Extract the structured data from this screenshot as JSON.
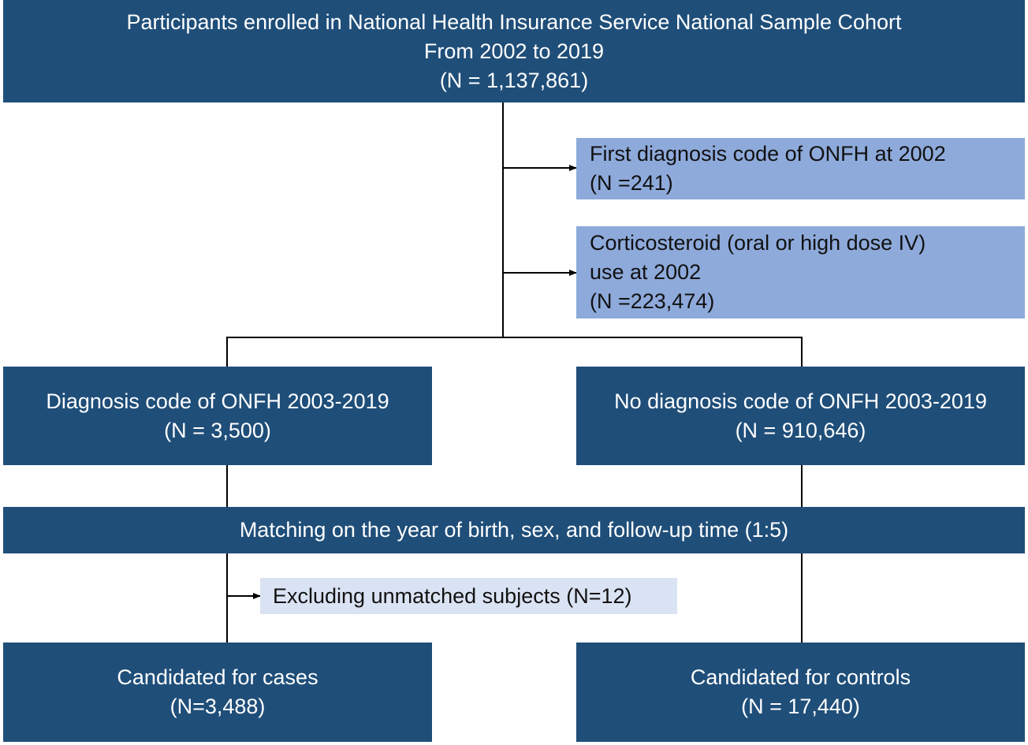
{
  "boxes": {
    "cohort": {
      "line1": "Participants enrolled in National Health Insurance Service National Sample Cohort",
      "line2": "From 2002 to 2019",
      "line3": "(N = 1,137,861)"
    },
    "exclusion_onfh_2002": {
      "line1": "First diagnosis code of ONFH at 2002",
      "line2": "(N =241)"
    },
    "exclusion_corticosteroid": {
      "line1": "Corticosteroid (oral or high dose IV)",
      "line2": "use at 2002",
      "line3": "(N =223,474)"
    },
    "diagnosis_onfh": {
      "line1": "Diagnosis code of ONFH 2003-2019",
      "line2": "(N = 3,500)"
    },
    "no_diagnosis_onfh": {
      "line1": "No diagnosis code of ONFH 2003-2019",
      "line2": "(N = 910,646)"
    },
    "matching": {
      "line1": "Matching on the year of birth, sex, and follow-up time (1:5)"
    },
    "excluding_unmatched": {
      "line1": "Excluding unmatched subjects (N=12)"
    },
    "cases": {
      "line1": "Candidated for cases",
      "line2": "(N=3,488)"
    },
    "controls": {
      "line1": "Candidated for controls",
      "line2": "(N = 17,440)"
    }
  },
  "colors": {
    "dark_box": "#1f4e79",
    "light_box": "#8eaadb",
    "pale_box": "#dae3f3",
    "connector": "#000000"
  }
}
